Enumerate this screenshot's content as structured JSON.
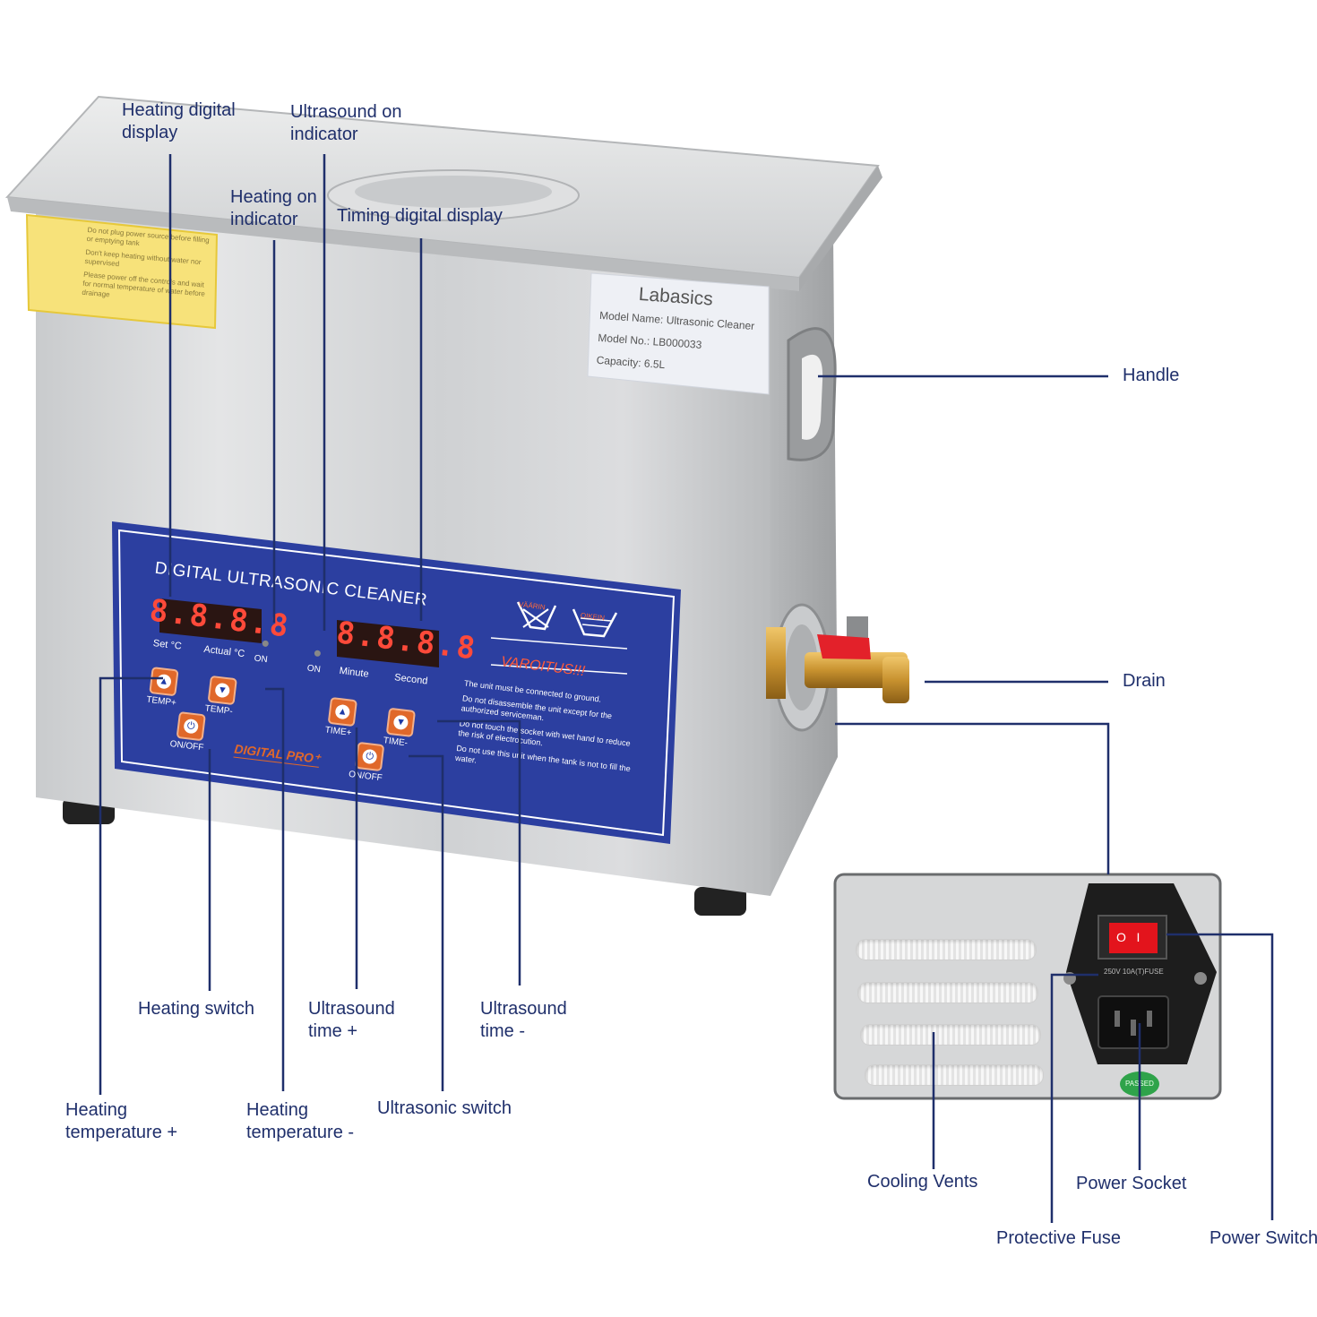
{
  "device": {
    "panel_title": "DIGITAL ULTRASONIC CLEANER",
    "brand_logo": "DIGITAL PRO⁺",
    "heat_display_digits": "8.8.8.8",
    "time_display_digits": "8.8.8.8",
    "set_c": "Set °C",
    "actual_c": "Actual °C",
    "heat_on": "ON",
    "ultra_on": "ON",
    "minute": "Minute",
    "second": "Second",
    "temp_plus": "TEMP+",
    "temp_minus": "TEMP-",
    "heat_onoff": "ON/OFF",
    "time_plus": "TIME+",
    "time_minus": "TIME-",
    "ultra_onoff": "ON/OFF",
    "vaarin": "VÄÄRIN",
    "oikein": "OIKEIN",
    "varoitus": "VAROITUS!!!",
    "warnings": [
      "The unit must be connected to ground.",
      "Do not disassemble the unit except for the authorized serviceman.",
      "Do not touch the socket with wet hand to reduce the risk of electrocution.",
      "Do not use this unit when the tank is not to fill the water."
    ],
    "yellow_label": [
      "Do not plug power source before filling or emptying tank",
      "Don't keep heating without water nor supervised",
      "Please power off the controls and wait for normal temperature of water before drainage"
    ],
    "info_label": {
      "brand": "Labasics",
      "model_name": "Model Name: Ultrasonic Cleaner",
      "model_no": "Model No.: LB000033",
      "capacity": "Capacity: 6.5L"
    },
    "passed_sticker": "PASSED",
    "fuse_caption": "250V 10A(T)FUSE"
  },
  "callouts": {
    "heating_digital_display": [
      "Heating digital",
      "display"
    ],
    "ultrasound_on_indicator": [
      "Ultrasound on",
      "indicator"
    ],
    "heating_on_indicator": [
      "Heating on",
      "indicator"
    ],
    "timing_digital_display": "Timing digital display",
    "handle": "Handle",
    "drain": "Drain",
    "heating_switch": "Heating switch",
    "ultrasound_time_plus": [
      "Ultrasound",
      "time +"
    ],
    "ultrasound_time_minus": [
      "Ultrasound",
      "time -"
    ],
    "heating_temperature_plus": [
      "Heating",
      "temperature +"
    ],
    "heating_temperature_minus": [
      "Heating",
      "temperature -"
    ],
    "ultrasonic_switch": "Ultrasonic switch",
    "cooling_vents": "Cooling Vents",
    "power_socket": "Power Socket",
    "protective_fuse": "Protective Fuse",
    "power_switch": "Power Switch"
  },
  "colors": {
    "callout_text": "#1f2f6b",
    "leader_line": "#1f2f6b",
    "panel_blue": "#2c3fa0",
    "digit_red": "#ff4a3a",
    "button_orange": "#e0682a",
    "steel": "#d4d6d8"
  }
}
